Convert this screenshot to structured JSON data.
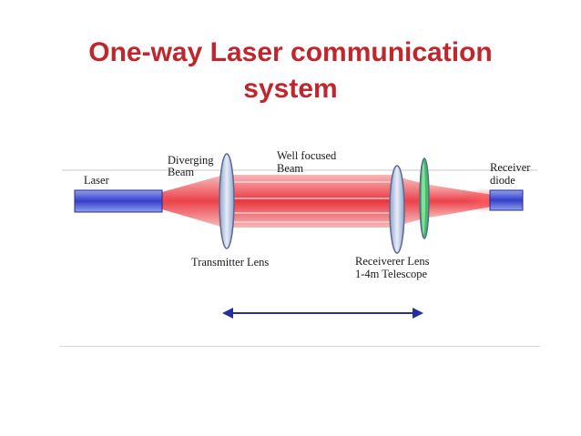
{
  "slide": {
    "title_line1": "One-way Laser communication",
    "title_line2": "system"
  },
  "diagram": {
    "labels": {
      "laser": "Laser",
      "diverging_line1": "Diverging",
      "diverging_line2": "Beam",
      "focused_line1": "Well focused",
      "focused_line2": "Beam",
      "receiver_line1": "Receiver",
      "receiver_line2": "diode",
      "transmitter_lens": "Transmitter Lens",
      "receiver_lens_line1": "Receiverer Lens",
      "receiver_lens_line2": "1-4m Telescope"
    },
    "colors": {
      "title": "#c0262c",
      "beam": "#e8202a",
      "laser_body": "#3340c8",
      "lens": "#b8c8e8",
      "filter": "#3cc060",
      "arrow": "#2230a0"
    }
  }
}
